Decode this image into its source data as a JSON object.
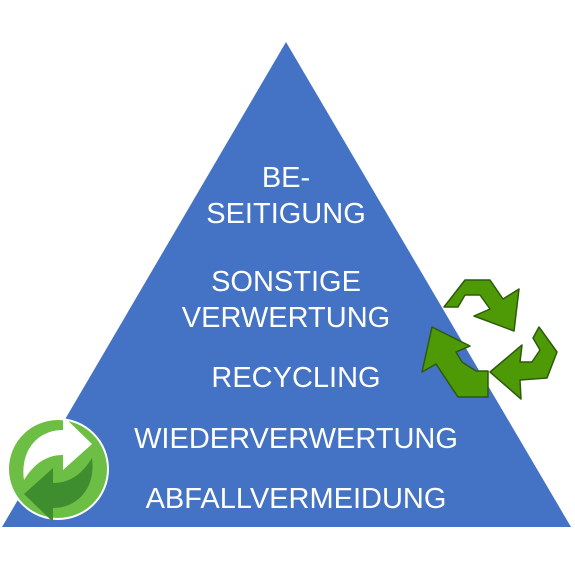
{
  "pyramid": {
    "fill_color": "#4472C4",
    "levels": [
      {
        "lines": [
          "BE-",
          "SEITIGUNG"
        ]
      },
      {
        "lines": [
          "SONSTIGE",
          "VERWERTUNG"
        ]
      },
      {
        "lines": [
          "RECYCLING"
        ]
      },
      {
        "lines": [
          "WIEDERVERWERTUNG"
        ]
      },
      {
        "lines": [
          "ABFALLVERMEIDUNG"
        ]
      }
    ]
  },
  "icons": [
    {
      "name": "recycling-symbol-icon",
      "color": "#4E9A06"
    },
    {
      "name": "green-dot-icon",
      "color": "#6DBE45"
    }
  ]
}
